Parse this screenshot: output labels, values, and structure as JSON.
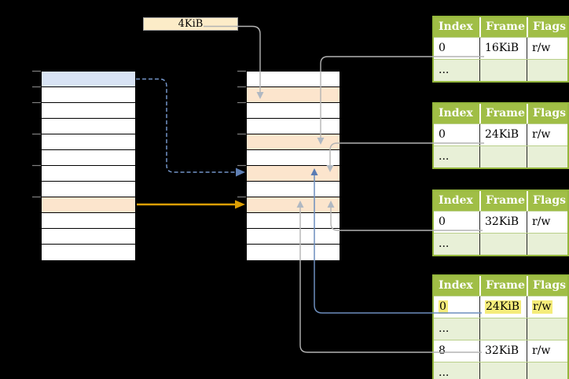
{
  "page_size_box": {
    "label": "4KiB"
  },
  "left_table": {
    "rows": [
      "blue",
      "white",
      "white",
      "white",
      "white",
      "white",
      "white",
      "white",
      "orange",
      "white",
      "white",
      "white"
    ]
  },
  "middle_table": {
    "rows": [
      "white",
      "orange",
      "white",
      "white",
      "orange",
      "white",
      "orange",
      "white",
      "orange",
      "white",
      "white",
      "white"
    ]
  },
  "frame_tables": [
    {
      "headers": [
        "Index",
        "Frame",
        "Flags"
      ],
      "rows": [
        {
          "style": "plain",
          "cells": [
            "0",
            "16KiB",
            "r/w"
          ],
          "highlight": false
        },
        {
          "style": "dots",
          "cells": [
            "...",
            "",
            ""
          ],
          "highlight": false
        }
      ]
    },
    {
      "headers": [
        "Index",
        "Frame",
        "Flags"
      ],
      "rows": [
        {
          "style": "plain",
          "cells": [
            "0",
            "24KiB",
            "r/w"
          ],
          "highlight": false
        },
        {
          "style": "dots",
          "cells": [
            "...",
            "",
            ""
          ],
          "highlight": false
        }
      ]
    },
    {
      "headers": [
        "Index",
        "Frame",
        "Flags"
      ],
      "rows": [
        {
          "style": "plain",
          "cells": [
            "0",
            "32KiB",
            "r/w"
          ],
          "highlight": false
        },
        {
          "style": "dots",
          "cells": [
            "...",
            "",
            ""
          ],
          "highlight": false
        }
      ]
    },
    {
      "headers": [
        "Index",
        "Frame",
        "Flags"
      ],
      "rows": [
        {
          "style": "plain",
          "cells": [
            "0",
            "24KiB",
            "r/w"
          ],
          "highlight": true
        },
        {
          "style": "dots",
          "cells": [
            "...",
            "",
            ""
          ],
          "highlight": false
        },
        {
          "style": "plain",
          "cells": [
            "8",
            "32KiB",
            "r/w"
          ],
          "highlight": false
        },
        {
          "style": "dots",
          "cells": [
            "...",
            "",
            ""
          ],
          "highlight": false
        }
      ]
    }
  ],
  "colors": {
    "background": "#000000",
    "header_green": "#a0be46",
    "table_border_green": "#94b73c",
    "dots_row_green": "#e8f0d7",
    "row_divider_green": "#b9cf8a",
    "selected_row_blue": "#d8e3f4",
    "mapped_row_orange": "#fce5cd",
    "page_size_box_fill": "#fcecc8",
    "highlight_yellow": "#f5ec7a",
    "gray_connector": "#b3b3b3",
    "gray_arrowhead": "#b0b8c2",
    "blue_connector": "#6d8ebd",
    "dashed_blue_connector": "#7394c7",
    "orange_arrow": "#dc9f05"
  }
}
